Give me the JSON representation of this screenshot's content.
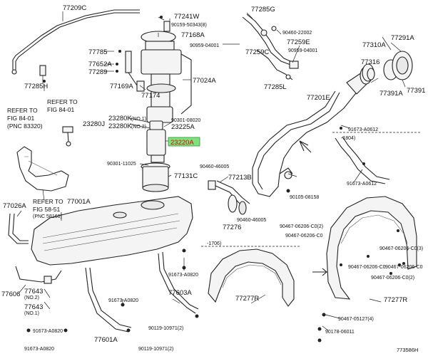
{
  "diagram_code": "773586H",
  "highlighted_part": {
    "number": "23220A",
    "color": "#7fe27f",
    "text_color": "#e00000"
  },
  "labels": {
    "l77209C": "77209C",
    "l77241W": "77241W",
    "l90159_50343": "90159-50343(8)",
    "l77168A": "77168A",
    "l77285G": "77285G",
    "l90460_22002": "90460-22002",
    "l77259E": "77259E",
    "l90959_04001_a": "90959-04001",
    "l90959_04001_b": "90959-04001",
    "l77259C": "77259C",
    "l77310A": "77310A",
    "l77291A": "77291A",
    "l77785": "77785",
    "l77652A": "77652A",
    "l77289": "77289",
    "l77024A": "77024A",
    "l77316": "77316",
    "l77285H": "77285H",
    "l77169A": "77169A",
    "l77174": "77174",
    "l77285L": "77285L",
    "l77391A": "77391A",
    "l77391": "77391",
    "l77201E": "77201E",
    "l23280K_1": "23280K",
    "l23280K_2": "23280K",
    "l23280J": "23280J",
    "no1": "(NO.1)",
    "no2": "(NO.2)",
    "l90301_08020": "90301-08020",
    "l23225A": "23225A",
    "l91673_A0612_a": "91673-A0612",
    "l1804": "-1804)",
    "l90301_11025": "90301-11025",
    "l77131C": "77131C",
    "l90460_46005_a": "90460-46005",
    "l77213B": "77213B",
    "l90105_08158": "90105-08158",
    "l91673_A0612_b": "91673-A0612",
    "l77026A": "77026A",
    "l77001A": "77001A",
    "l77276": "77276",
    "l90460_46005_b": "90460-46005",
    "l90467_06206_C0_2a": "90467-06206-C0(2)",
    "l90467_06206_C0_a": "90467-06206-C0",
    "l1706": "-1706)",
    "l90467_06206_C0_3": "90467-06206-C0(3)",
    "l90467_06206_C0_b": "90467-06206-C0",
    "l90467_06206_C0_c": "90467-06206-C0",
    "l90467_06206_C0_2b": "90467-06206-C0(2)",
    "l91673_A0820_a": "91673-A0820",
    "l77606": "77606",
    "l77643_1": "77643",
    "l77643_2": "77643",
    "no2b": "(NO.2)",
    "no1b": "(NO.1)",
    "l91673_A0820_b": "91673-A0820",
    "l77603A": "77603A",
    "l77277R_a": "77277R",
    "l77277R_b": "77277R",
    "l90467_05127": "90467-05127(4)",
    "l91673_A0820_c": "91673-A0820",
    "l90119_10971_a": "90119-10971(2)",
    "l90178_06011": "90178-06011",
    "l91673_A0820_d": "91673-A0820",
    "l77601A": "77601A",
    "l90119_10971_b": "90119-10971(2)"
  },
  "refs": {
    "ref1": [
      "REFER TO",
      "FIG 84-01"
    ],
    "ref2": [
      "REFER TO",
      "FIG 84-01",
      "(PNC 83320)"
    ],
    "ref3": [
      "REFER TO",
      "FIG 58-51",
      "(PNC 58166)"
    ]
  }
}
